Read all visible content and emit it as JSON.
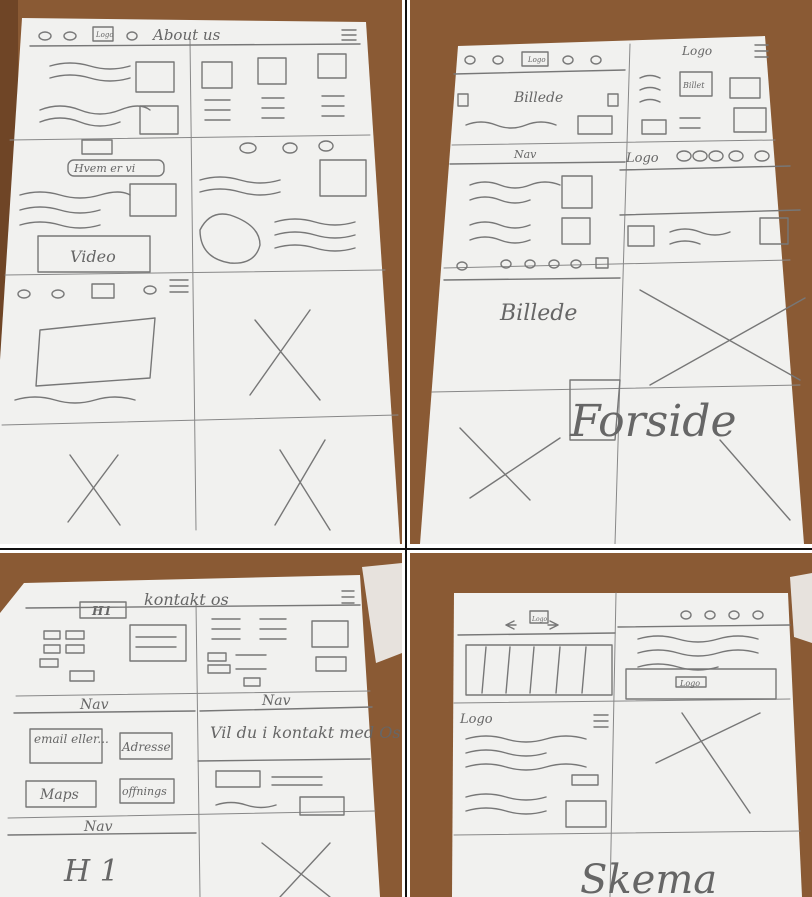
{
  "photos": {
    "about": {
      "title": "About us",
      "logo": "Logo",
      "sections": {
        "hvem": "Hvem er vi",
        "video": "Video"
      }
    },
    "forside": {
      "title": "Forside",
      "logo": "Logo",
      "billede_top": "Billede",
      "nav": "Nav",
      "billede_main": "Billede",
      "logo_second": "Logo",
      "billet": "Billet"
    },
    "kontakt": {
      "title": "kontakt os",
      "h1": "H1",
      "nav1": "Nav",
      "nav2": "Nav",
      "nav3": "Nav",
      "email": "email eller...",
      "adresse": "Adresse",
      "maps": "Maps",
      "aabning": "offnings",
      "question": "Vil du i kontakt med Os?",
      "h1_bottom": "H 1"
    },
    "skema": {
      "title": "Skema",
      "logo": "Logo",
      "logo_box": "Logo",
      "logo_center": "Logo"
    }
  },
  "colors": {
    "wood": "#7a4e2c",
    "paper": "#f1f1ef",
    "pencil": "#777777",
    "divider": "#111111"
  }
}
